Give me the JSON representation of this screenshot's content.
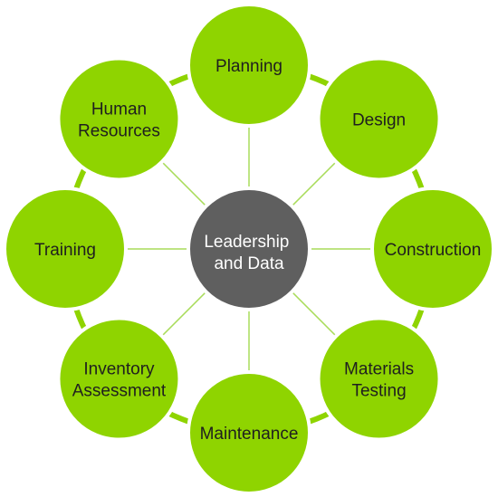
{
  "colors": {
    "node_fill": "#8fd400",
    "node_stroke": "#ffffff",
    "ring": "#8fd400",
    "spoke": "#a9dc5a",
    "center_fill": "#5f5f5f",
    "center_stroke": "#ffffff"
  },
  "center": {
    "lines": [
      "Leadership",
      "and Data"
    ]
  },
  "nodes": [
    {
      "id": "planning",
      "lines": [
        "Planning"
      ]
    },
    {
      "id": "design",
      "lines": [
        "Design"
      ]
    },
    {
      "id": "construction",
      "lines": [
        "Construction"
      ]
    },
    {
      "id": "materials-testing",
      "lines": [
        "Materials",
        "Testing"
      ]
    },
    {
      "id": "maintenance",
      "lines": [
        "Maintenance"
      ]
    },
    {
      "id": "inventory-assessment",
      "lines": [
        "Inventory",
        "Assessment"
      ]
    },
    {
      "id": "training",
      "lines": [
        "Training"
      ]
    },
    {
      "id": "human-resources",
      "lines": [
        "Human",
        "Resources"
      ]
    }
  ]
}
